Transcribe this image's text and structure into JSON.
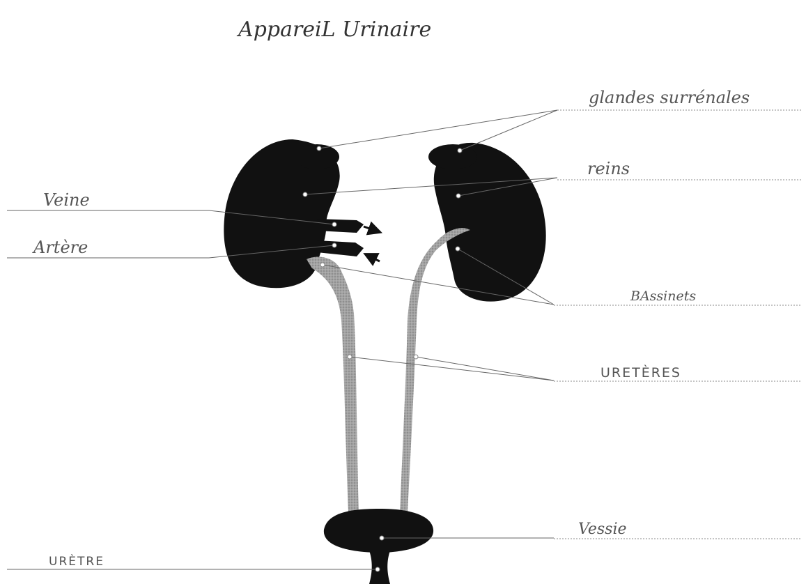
{
  "title": "AppareiL   Urinaire",
  "labels": {
    "glandes": "glandes surrénales",
    "reins": "reins",
    "veine": "Veine",
    "artere": "Artère",
    "bassinets": "BAssinets",
    "ureteres": "URETÈRES",
    "vessie": "Vessie",
    "uretre": "URÈTRE"
  },
  "colors": {
    "organ": "#111111",
    "duct": "#9b9b9b",
    "ink": "#555555"
  }
}
